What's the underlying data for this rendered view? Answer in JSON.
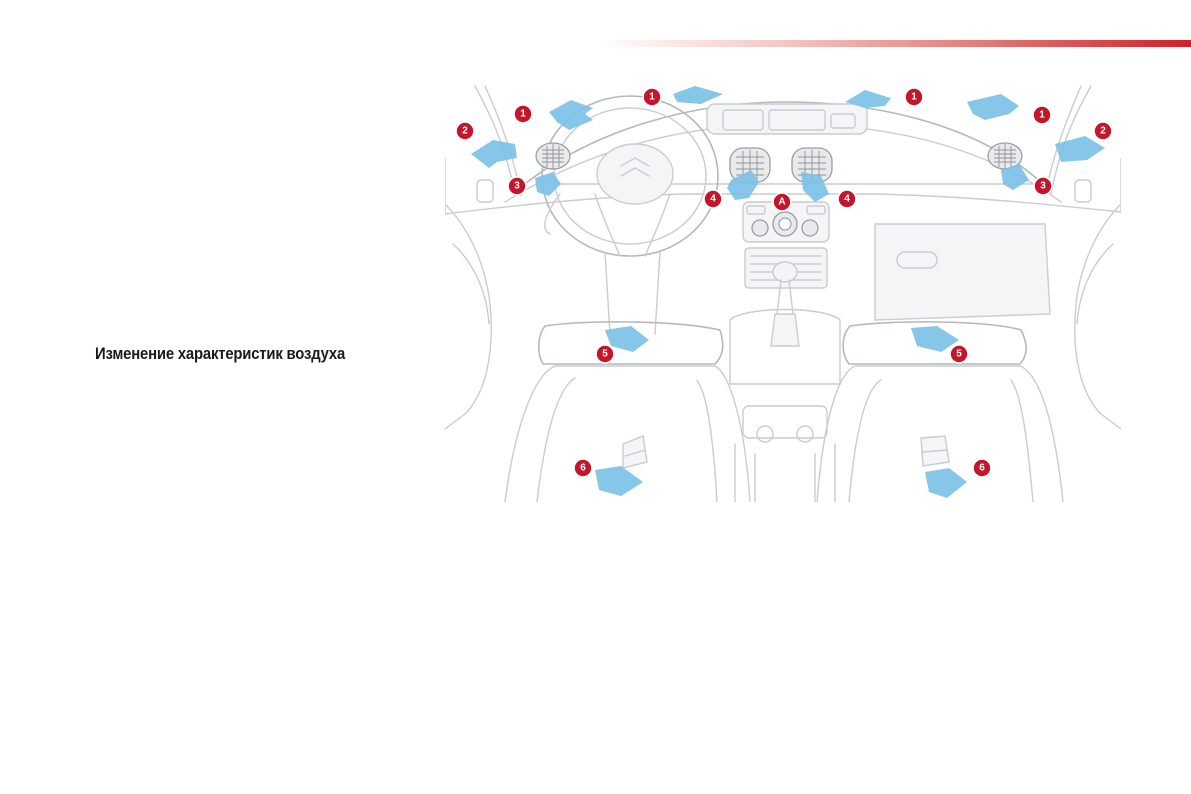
{
  "page": {
    "caption": "Изменение характеристик воздуха"
  },
  "colors": {
    "accent_red": "#c4162a",
    "airflow_blue": "#7cc1e6",
    "outline_grey": "#c9ccd0"
  },
  "diagram": {
    "callouts": [
      {
        "id": "1",
        "label": "1"
      },
      {
        "id": "2",
        "label": "2"
      },
      {
        "id": "3",
        "label": "3"
      },
      {
        "id": "4",
        "label": "4"
      },
      {
        "id": "5",
        "label": "5"
      },
      {
        "id": "6",
        "label": "6"
      },
      {
        "id": "A",
        "label": "A"
      }
    ]
  }
}
